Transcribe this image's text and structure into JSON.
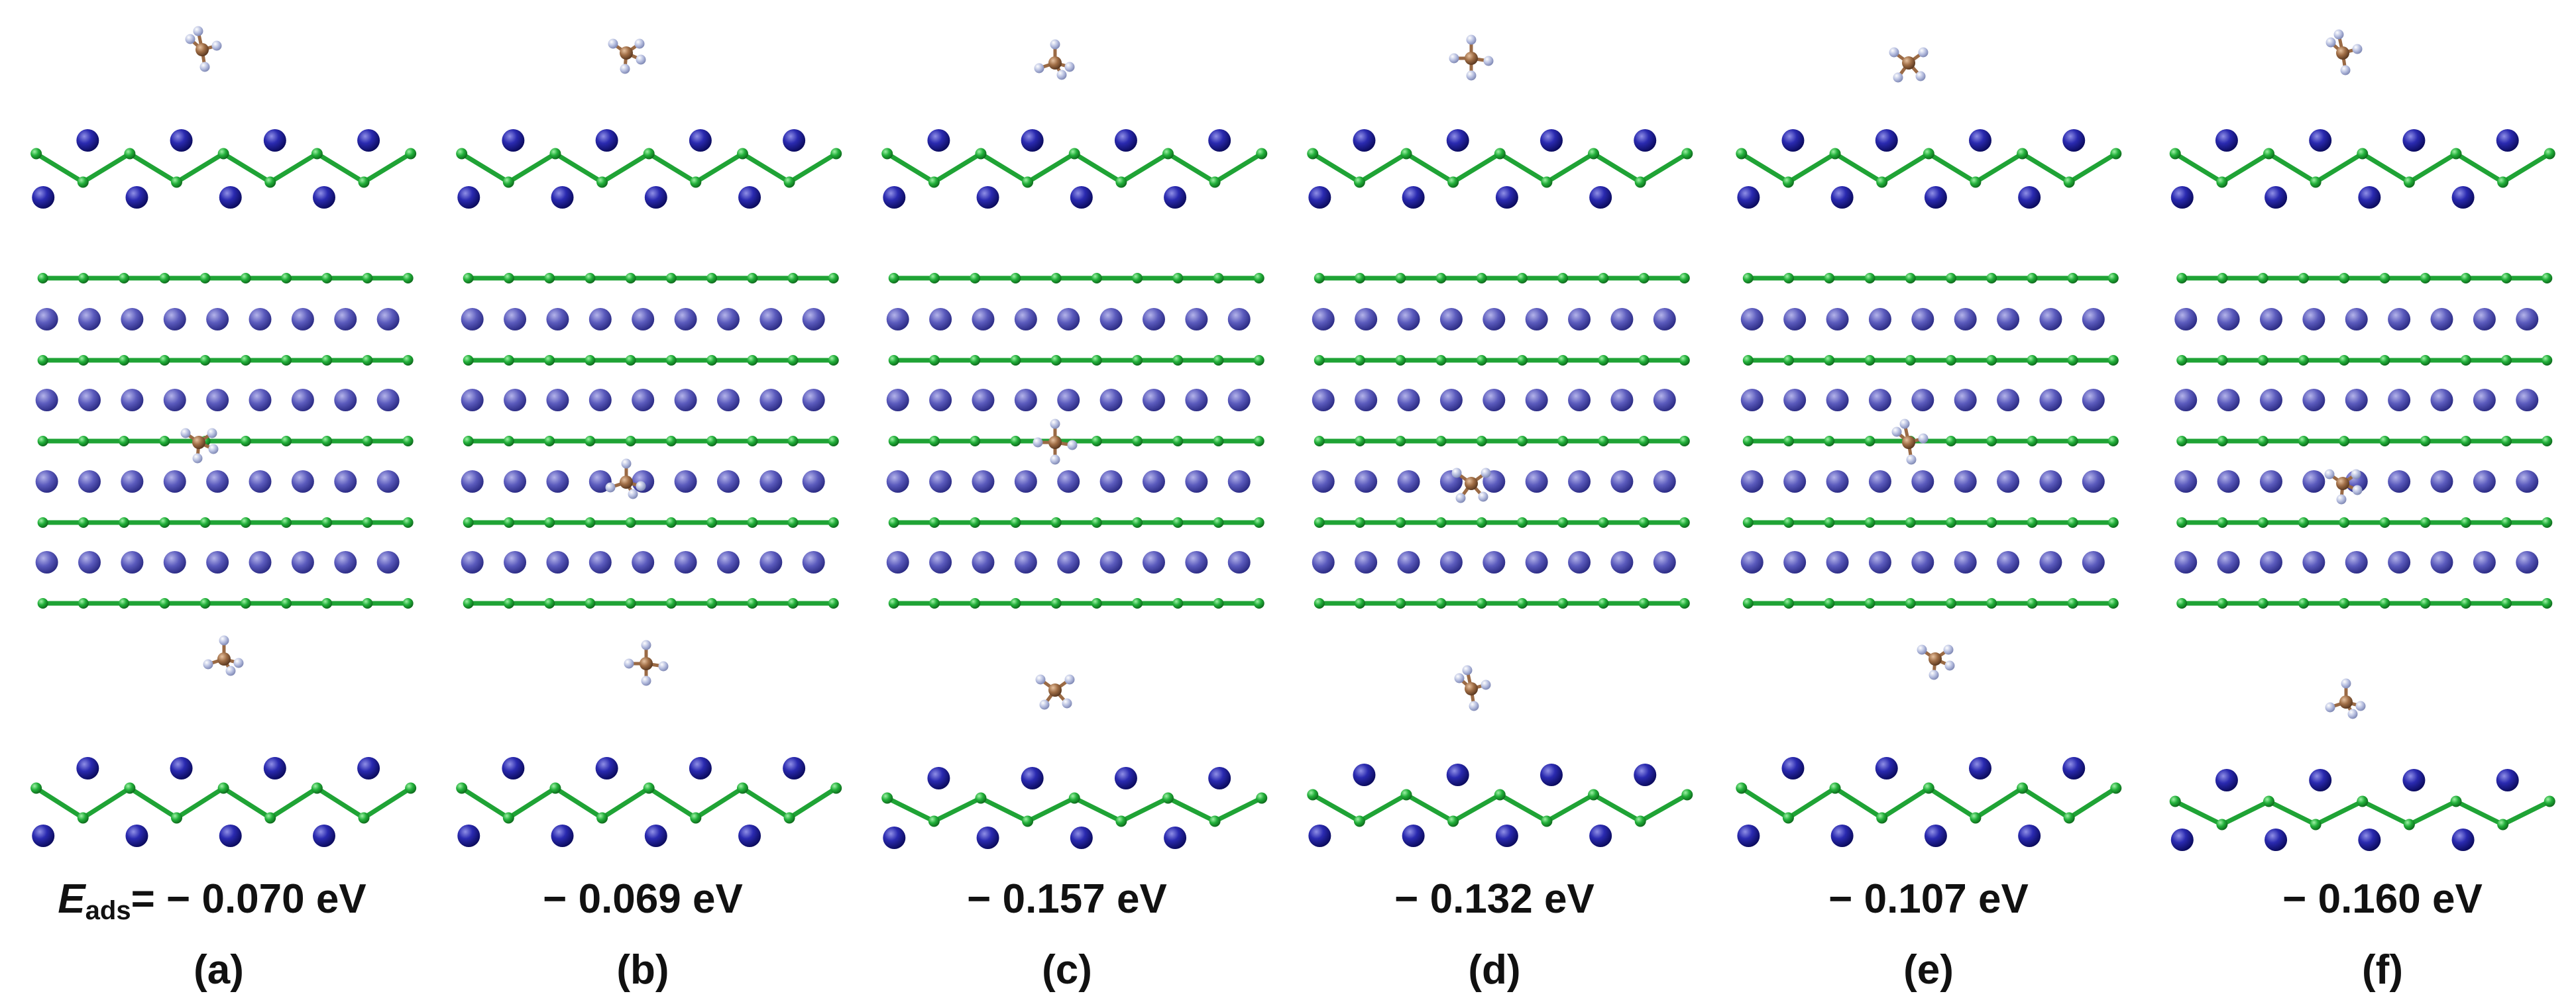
{
  "eads_symbol": "E",
  "eads_subscript": "ads",
  "eads_equals": "=",
  "panels": [
    {
      "label": "(a)",
      "energy": "− 0.070 eV"
    },
    {
      "label": "(b)",
      "energy": "− 0.069 eV"
    },
    {
      "label": "(c)",
      "energy": "− 0.157 eV"
    },
    {
      "label": "(d)",
      "energy": "− 0.132 eV"
    },
    {
      "label": "(e)",
      "energy": "− 0.107 eV"
    },
    {
      "label": "(f)",
      "energy": "− 0.160 eV"
    }
  ],
  "colors": {
    "bond_atom": "#1fa335",
    "metal_atom_side": "#1c1c9c",
    "metal_atom_top": "#5453b5",
    "carbon_atom": "#9a6a45",
    "hydrogen_atom": "#a9b3d6",
    "text": "#111111"
  }
}
